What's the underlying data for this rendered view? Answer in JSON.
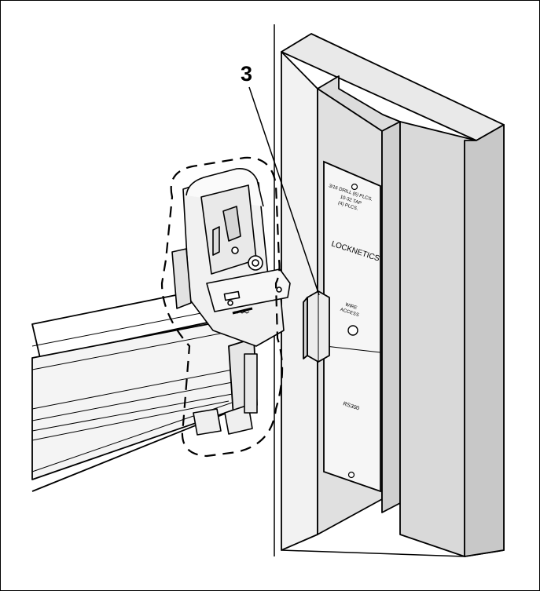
{
  "figure": {
    "callout_number": "3",
    "plate_text": {
      "drill_line1": "3/16  DRILL  (6) PLCS.",
      "drill_line2": "10-32  TAP",
      "drill_line3": "(4) PLCS.",
      "brand": "LOCKNETICS",
      "wire_access_line1": "WIRE",
      "wire_access_line2": "ACCESS",
      "model": "RS300"
    }
  }
}
